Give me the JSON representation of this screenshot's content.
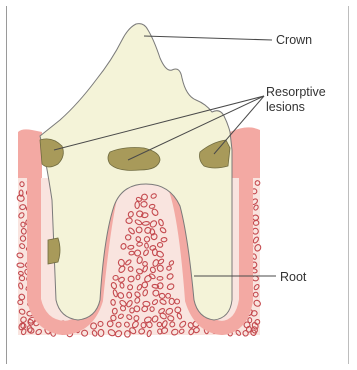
{
  "labels": {
    "crown": "Crown",
    "resorptive_line1": "Resorptive",
    "resorptive_line2": "lesions",
    "root": "Root"
  },
  "colors": {
    "tooth": "#f4f3d8",
    "tooth_outline": "#6f6f6f",
    "gum": "#f3a9a3",
    "gum_light": "#f7c3bd",
    "bone_fill": "#f9e4df",
    "bone_cell": "#c44a4f",
    "lesion": "#a89a5a",
    "leader_line": "#4a4a4a"
  },
  "icons": []
}
